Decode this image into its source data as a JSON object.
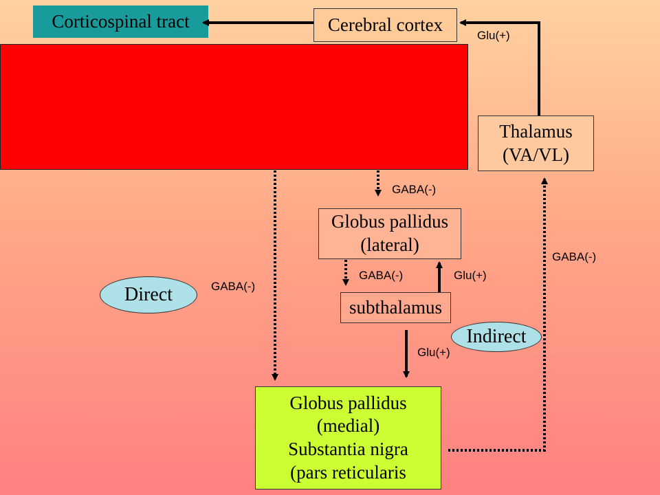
{
  "nodes": {
    "corticospinal": "Corticospinal tract",
    "cortex": "Cerebral cortex",
    "thalamus": [
      "Thalamus",
      "(VA/VL)"
    ],
    "gp_lateral": [
      "Globus pallidus",
      "(lateral)"
    ],
    "subthalamus": "subthalamus",
    "gp_medial": [
      "Globus pallidus",
      "(medial)",
      "Substantia nigra",
      "(pars reticularis"
    ]
  },
  "pathways": {
    "direct": "Direct",
    "indirect": "Indirect"
  },
  "labels": {
    "glu_thal_cortex": "Glu(+)",
    "gaba_str_gpl": "GABA(-)",
    "gaba_gpl_stn": "GABA(-)",
    "glu_stn_gpl": "Glu(+)",
    "gaba_direct": "GABA(-)",
    "gaba_gpm_thal": "GABA(-)",
    "glu_stn_gpm": "Glu(+)"
  },
  "colors": {
    "corticospinal_fill": "#1a9b9b",
    "striatum_fill": "#ff0000",
    "gp_medial_fill": "#ccff33",
    "oval_fill": "#aee0e8",
    "box_fill": "#ffcc99"
  }
}
